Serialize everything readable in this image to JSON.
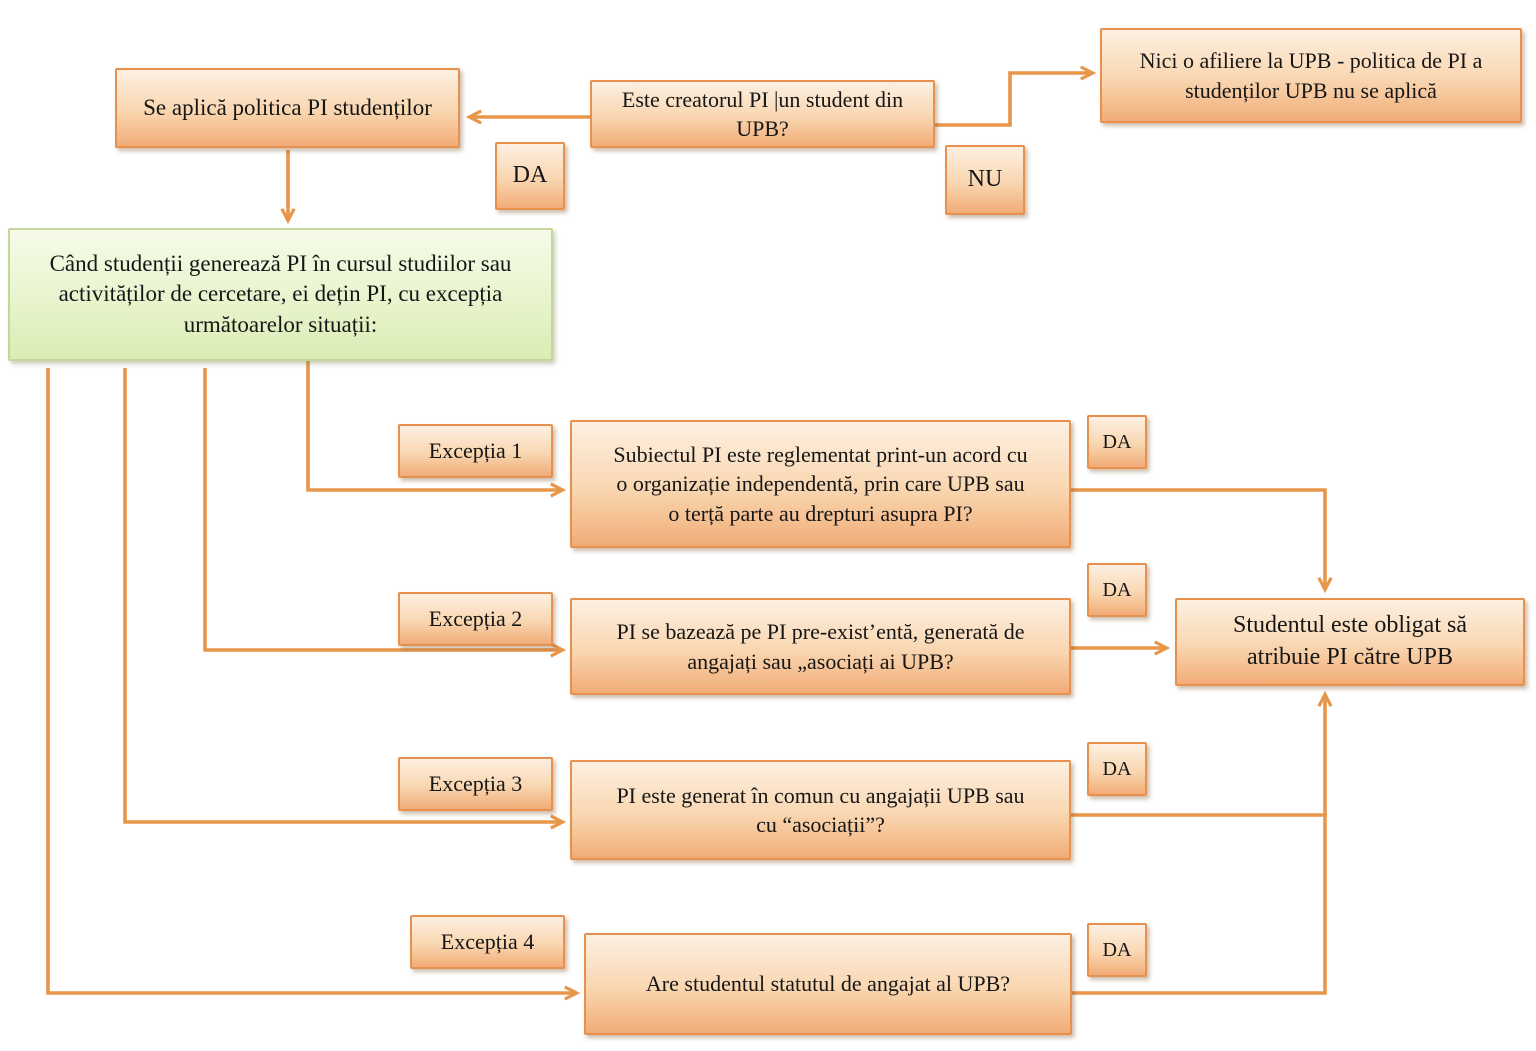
{
  "diagram": {
    "type": "flowchart",
    "language": "ro",
    "colors": {
      "box_border": "#e8914e",
      "box_fill_top": "#fdf0e2",
      "box_fill_bottom": "#f1ac77",
      "green_box_border": "#c3d69b",
      "green_box_fill_top": "#f6fbe9",
      "green_box_fill_bottom": "#daecb4",
      "connector": "#e8964a",
      "text": "#161616"
    },
    "nodes": {
      "start_question": "Este creatorul PI |un student din\nUPB?",
      "apply_policy": "Se aplică politica PI studenților",
      "no_affiliation": "Nici o afiliere la UPB - politica de PI a\nstudenților UPB nu se aplică",
      "ownership_rule": "Când studenții generează PI în cursul studiilor sau\nactivităților de cercetare, ei dețin PI, cu excepția\nurmătoarelor situații:",
      "obligation": "Studentul este obligat să\natribuie PI către UPB"
    },
    "labels": {
      "yes": "DA",
      "no": "NU"
    },
    "exceptions": [
      {
        "label": "Excepția 1",
        "question": "Subiectul PI este reglementat print-un acord cu\no organizație independentă, prin care UPB sau\no terță parte au drepturi asupra PI?",
        "answer": "DA"
      },
      {
        "label": "Excepția 2",
        "question": "PI se bazează pe PI pre-exist’entă, generată de\nangajați sau „asociați ai UPB?",
        "answer": "DA"
      },
      {
        "label": "Excepția 3",
        "question": "PI este generat în comun cu angajații UPB sau\ncu “asociații”?",
        "answer": "DA"
      },
      {
        "label": "Excepția 4",
        "question": "Are studentul statutul de angajat al UPB?",
        "answer": "DA"
      }
    ]
  }
}
